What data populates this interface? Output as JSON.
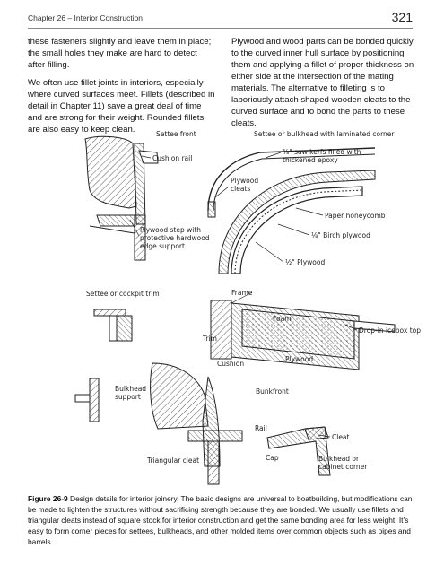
{
  "header": {
    "chapter": "Chapter 26 – Interior Construction",
    "page": "321"
  },
  "body": {
    "left_paragraphs": [
      "these fasteners slightly and leave them in place; the small holes they make are hard to detect after filling.",
      "We often use fillet joints in interiors, especially where curved surfaces meet. Fillets (described in detail in Chapter 11) save a great deal of time and are strong for their weight. Rounded fillets are also easy to keep clean."
    ],
    "right_paragraphs": [
      "Plywood and wood parts can be bonded quickly to the curved inner hull surface by positioning them and applying a fillet of proper thickness on either side at the intersection of the mating materials. The alternative to filleting is to laboriously attach shaped wooden cleats to the curved surface and to bond the parts to these cleats."
    ]
  },
  "figure": {
    "labels": {
      "settee_front": "Settee front",
      "cushion_rail": "Cushion rail",
      "plywood_step_1": "Plywood step with",
      "plywood_step_2": "protective hardwood",
      "plywood_step_3": "edge support",
      "settee_bulkhead": "Settee or bulkhead with laminated corner",
      "saw_kerfs_1": "⅜\" saw kerfs filled with",
      "saw_kerfs_2": "thickened epoxy",
      "plywood_cleats_1": "Plywood",
      "plywood_cleats_2": "cleats",
      "paper_honeycomb": "Paper honeycomb",
      "birch_plywood": "⅛\" Birch plywood",
      "plywood_half": "½\" Plywood",
      "settee_cockpit_trim": "Settee or cockpit trim",
      "frame": "Frame",
      "foam": "Foam",
      "trim": "Trim",
      "drop_in_icebox": "Drop-in icebox top",
      "cushion": "Cushion",
      "plywood": "Plywood",
      "bulkhead_support_1": "Bulkhead",
      "bulkhead_support_2": "support",
      "bunkfront": "Bunkfront",
      "rail": "Rail",
      "cleat": "Cleat",
      "triangular_cleat": "Triangular cleat",
      "cap": "Cap",
      "bulkhead_corner_1": "Bulkhead or",
      "bulkhead_corner_2": "cabinet corner"
    }
  },
  "caption": {
    "label": "Figure 26-9",
    "text": "Design details for interior joinery. The basic designs are universal to boatbuilding, but modifications can be made to lighten the structures without sacrificing strength because they are bonded. We usually use fillets and triangular cleats instead of square stock for interior construction and get the same bonding area for less weight. It’s easy to form corner pieces for settees, bulkheads, and other molded items over common objects such as pipes and barrels."
  }
}
